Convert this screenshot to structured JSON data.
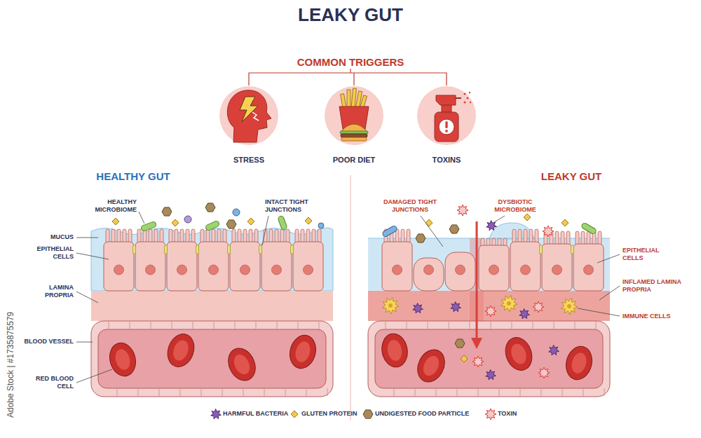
{
  "diagram": {
    "title": "LEAKY GUT",
    "nodes": [
      {
        "text": [
          "STRESS"
        ]
      },
      {
        "text": [
          "POOR DIET"
        ]
      },
      {
        "text": [
          "TOXINS"
        ]
      }
    ],
    "labels": [
      "COMMON TRIGGERS",
      "HEALTHY GUT",
      "LEAKY GUT",
      "HEALTHY MICROBIOME",
      "INTACT TIGHT JUNCTIONS",
      "MUCUS",
      "EPITHELIAL CELLS",
      "LAMINA PROPRIA",
      "BLOOD VESSEL",
      "RED BLOOD CELL",
      "DAMAGED TIGHT JUNCTIONS",
      "DYSBIOTIC MICROBIOME",
      "EPITHELIAL CELLS",
      "INFLAMED LAMINA PROPRIA",
      "IMMUNE CELLS",
      "Adobe Stock | #1735875579"
    ],
    "legend": [
      {
        "text": "HARMFUL BACTERIA"
      },
      {
        "text": "GLUTEN PROTEIN"
      },
      {
        "text": "UNDIGESTED FOOD PARTICLE"
      },
      {
        "text": "TOXIN"
      }
    ]
  }
}
